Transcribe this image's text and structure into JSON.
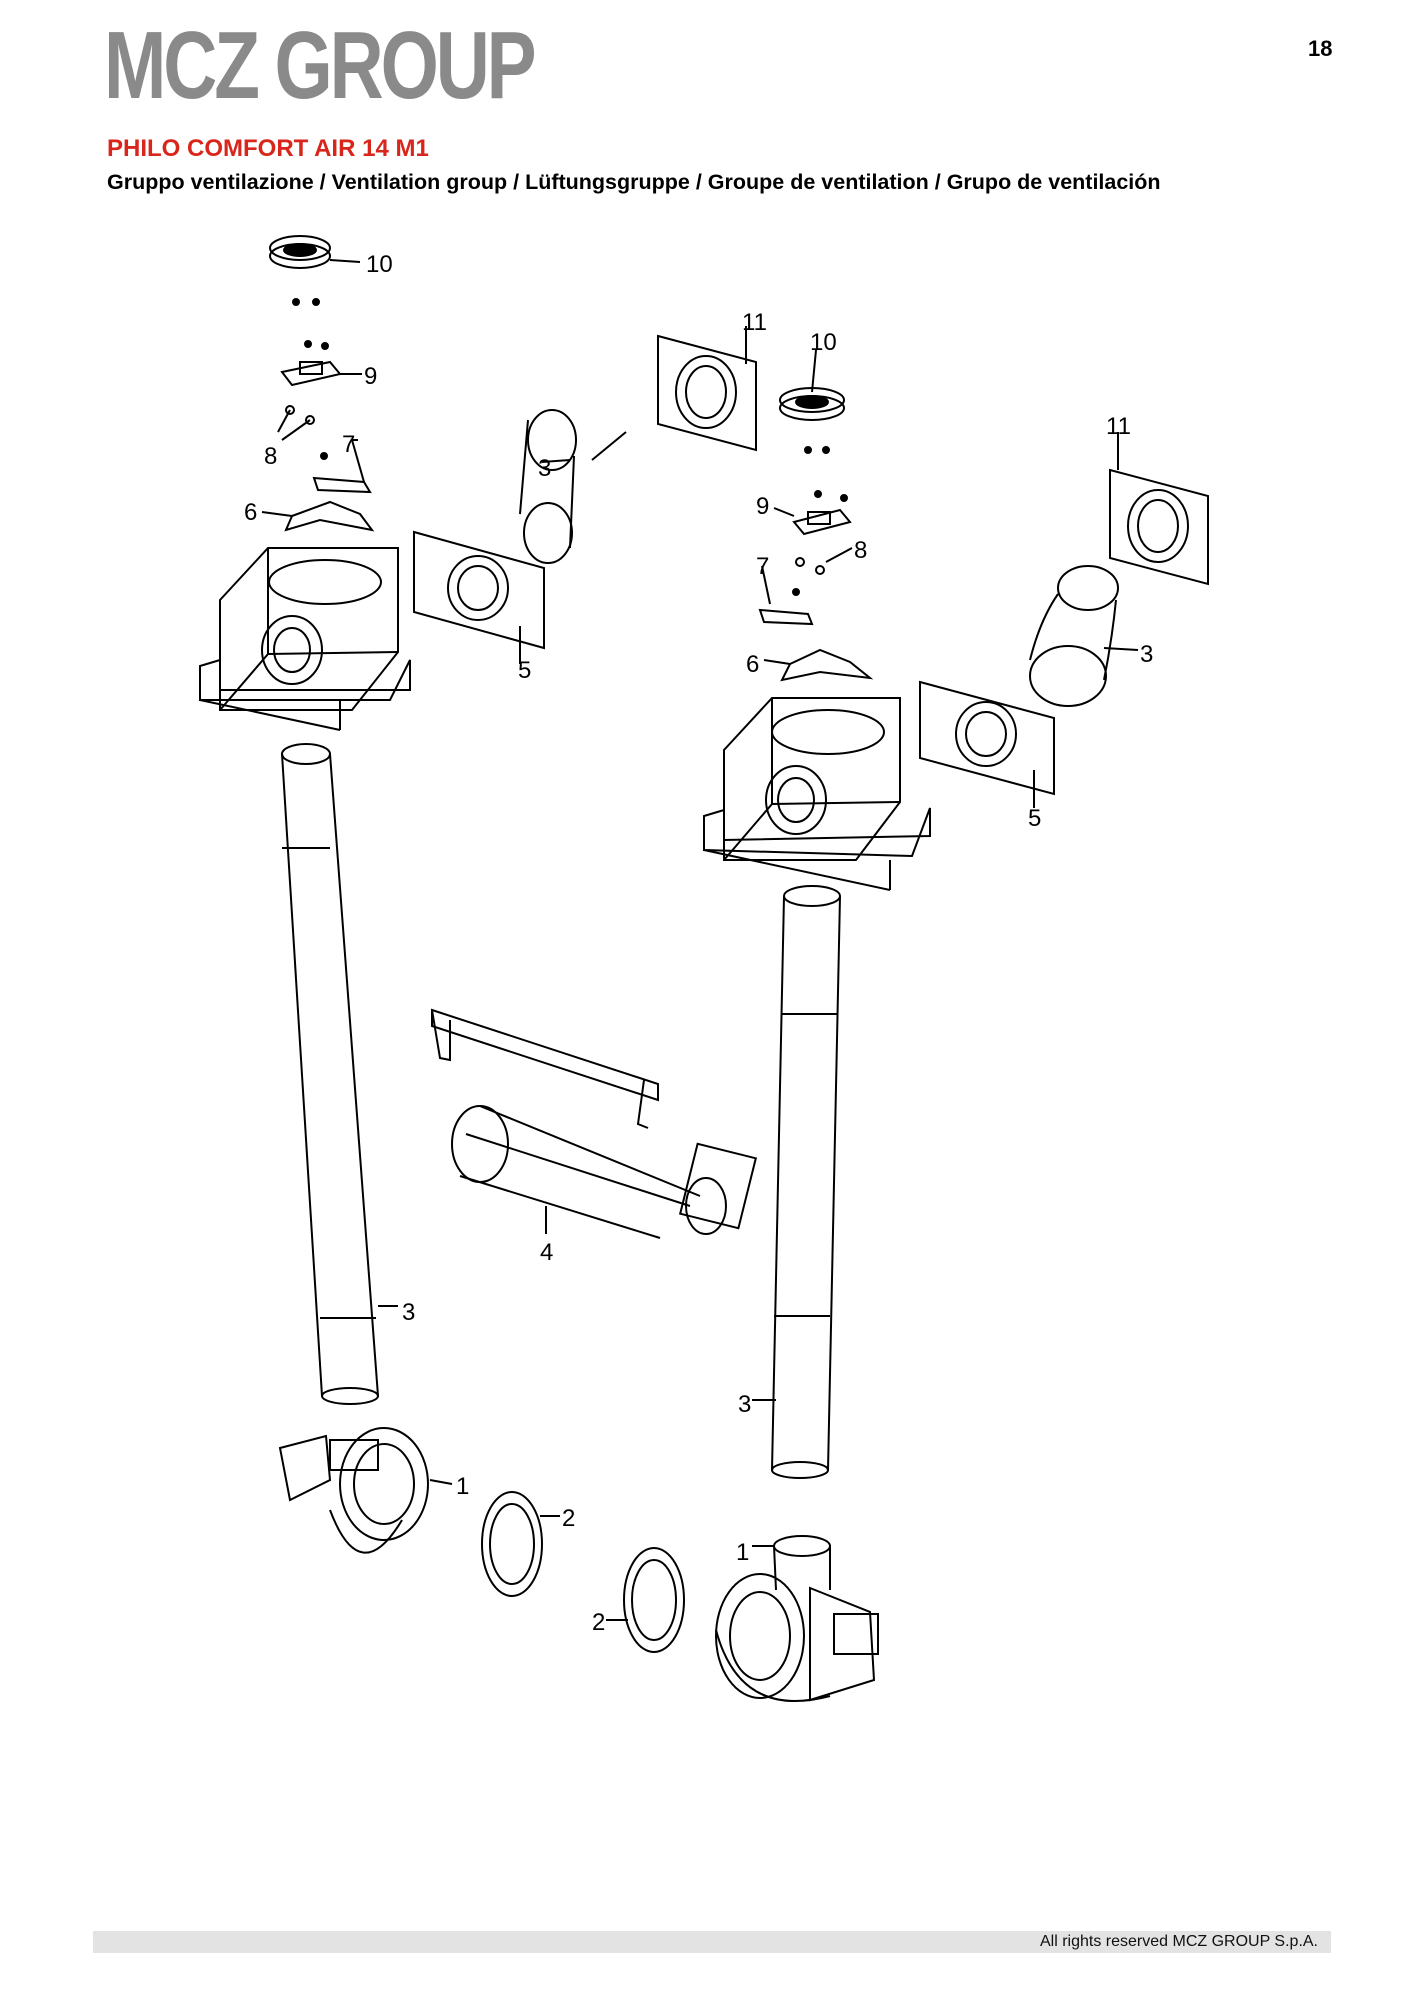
{
  "header": {
    "logo": "MCZ GROUP",
    "page_number": "18",
    "title": "PHILO COMFORT AIR 14 M1",
    "subtitle": "Gruppo ventilazione / Ventilation group / Lüftungsgruppe / Groupe de ventilation / Grupo de ventilación"
  },
  "footer": {
    "copyright": "All rights reserved MCZ GROUP S.p.A."
  },
  "colors": {
    "title_red": "#d9261c",
    "logo_gray": "#8a8a8a",
    "footer_bar": "#e3e3e3"
  },
  "callouts": {
    "left_cap": "10",
    "left_bracket": "9",
    "left_spring": "8",
    "left_plate": "7",
    "left_gasket": "6",
    "left_flange": "5",
    "left_short_pipe": "3",
    "left_long_pipe": "3",
    "left_fan": "1",
    "left_ring": "2",
    "tangential_fan": "4",
    "right_top_flange": "11",
    "right_cap": "10",
    "right_bracket": "9",
    "right_spring": "8",
    "right_plate": "7",
    "right_gasket": "6",
    "right_flange": "5",
    "right_elbow": "3",
    "right_far_flange": "11",
    "right_long_pipe": "3",
    "right_fan": "1",
    "right_ring": "2"
  }
}
